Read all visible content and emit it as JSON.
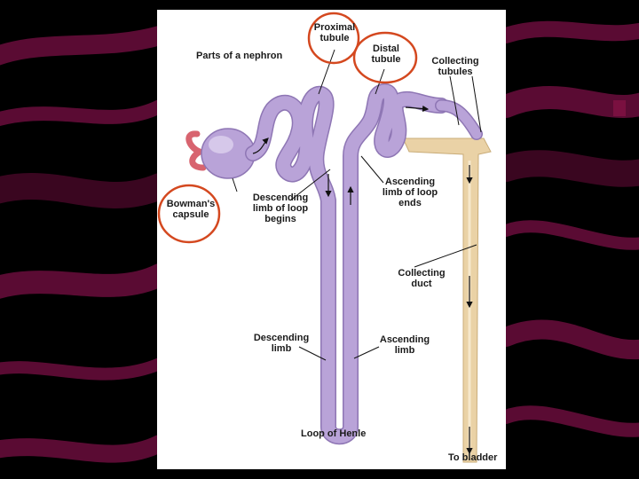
{
  "colors": {
    "background": "#000000",
    "swirl": "#5a0b33",
    "tubule": "#b9a3d8",
    "collecting": "#ead2a6",
    "highlight_circle": "#d4481f",
    "capillary": "#d8646f"
  },
  "diagram": {
    "title": "Parts of a nephron",
    "labels": {
      "proximal_tubule": [
        "Proximal",
        "tubule"
      ],
      "distal_tubule": [
        "Distal",
        "tubule"
      ],
      "collecting_tubules": [
        "Collecting",
        "tubules"
      ],
      "bowmans_capsule": [
        "Bowman's",
        "capsule"
      ],
      "descending_limb_begins": [
        "Descending",
        "limb of loop",
        "begins"
      ],
      "ascending_limb_ends": [
        "Ascending",
        "limb of loop",
        "ends"
      ],
      "collecting_duct": [
        "Collecting",
        "duct"
      ],
      "descending_limb": [
        "Descending",
        "limb"
      ],
      "ascending_limb": [
        "Ascending",
        "limb"
      ],
      "loop_of_henle": "Loop of Henle",
      "to_bladder": "To bladder"
    }
  }
}
